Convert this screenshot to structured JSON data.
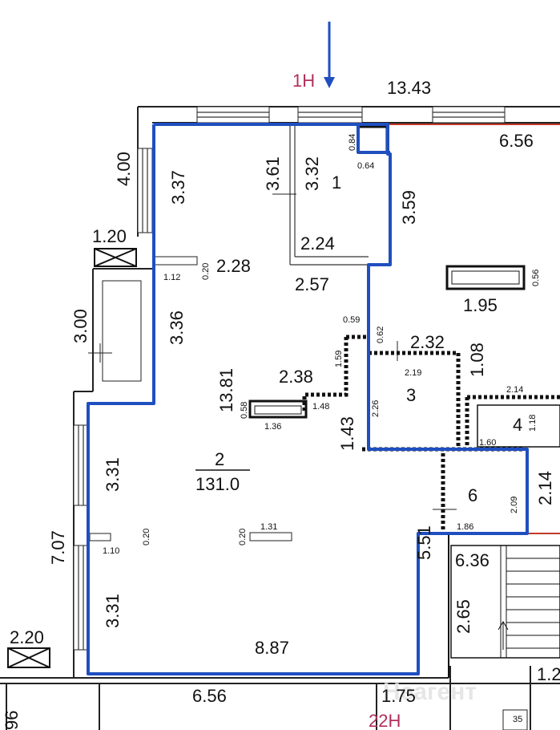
{
  "unit": {
    "label": "1Н",
    "neighbor_label": "22Н"
  },
  "rooms": [
    {
      "number": "1"
    },
    {
      "number": "2",
      "area": "131.0"
    },
    {
      "number": "3"
    },
    {
      "number": "4"
    },
    {
      "number": "6"
    }
  ],
  "dimensions": {
    "top_total": "13.43",
    "top_right": "6.56",
    "bottom_left": "6.56",
    "bottom_mid": "1.75",
    "left_upper_wall": "4.00",
    "left_room_upper": "3.37",
    "win_120": "1.20",
    "left_300": "3.00",
    "left_336": "3.36",
    "left_707": "7.07",
    "left_331_a": "3.31",
    "left_331_b": "3.31",
    "win_220": "2.20",
    "room1_361": "3.61",
    "room1_332": "3.32",
    "room1_224": "2.24",
    "room1_084": "0.84",
    "room1_064": "0.64",
    "r_359": "3.59",
    "d_228": "2.28",
    "d_112": "1.12",
    "d_020_a": "0.20",
    "d_257": "2.57",
    "d_195": "1.95",
    "d_056": "0.56",
    "d_059": "0.59",
    "d_062": "0.62",
    "d_232": "2.32",
    "d_219": "2.19",
    "d_108": "1.08",
    "d_159": "1.59",
    "d_1381": "13.81",
    "d_238": "2.38",
    "d_058": "0.58",
    "d_136": "1.36",
    "d_148": "1.48",
    "d_143": "1.43",
    "d_226": "2.26",
    "d_214_a": "2.14",
    "d_118": "1.18",
    "d_160": "1.60",
    "d_209": "2.09",
    "d_214_b": "2.14",
    "d_186": "1.86",
    "d_131": "1.31",
    "d_020_b": "0.20",
    "d_110": "1.10",
    "d_020_c": "0.20",
    "d_551": "5.51",
    "d_636": "6.36",
    "d_265": "2.65",
    "d_887": "8.87",
    "d_35": "35",
    "d_96": "96",
    "d_12": "1.2"
  },
  "colors": {
    "boundary": "#1f4fbf",
    "red_line": "#c0392b",
    "unit_label": "#b0305a",
    "arrow": "#1f4fbf"
  }
}
